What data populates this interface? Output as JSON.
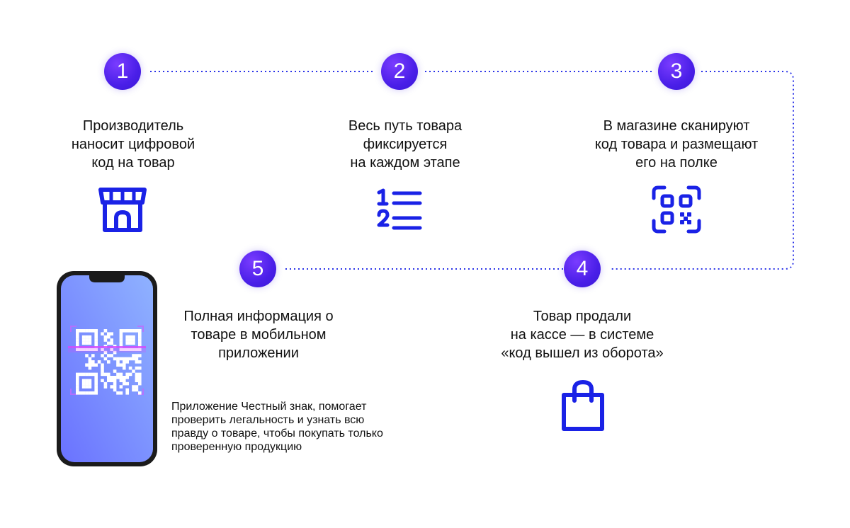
{
  "steps": [
    {
      "number": "1",
      "text": "Производитель\nнаносит цифровой\nкод на товар",
      "icon": "storefront-icon"
    },
    {
      "number": "2",
      "text": "Весь путь товара\nфиксируется\nна каждом этапе",
      "icon": "numbered-list-icon"
    },
    {
      "number": "3",
      "text": "В магазине сканируют\nкод товара и размещают\nего на полке",
      "icon": "qr-scan-icon"
    },
    {
      "number": "4",
      "text": "Товар продали\nна кассе — в системе\n«код вышел из оборота»",
      "icon": "shopping-bag-icon"
    },
    {
      "number": "5",
      "text": "Полная информация о\nтоваре в мобильном\nприложении",
      "icon": "phone-qr-icon"
    }
  ],
  "app_note": "Приложение Честный знак, помогает\nпроверить легальность и узнать всю\nправду о товаре, чтобы покупать только\nпроверенную продукцию",
  "colors": {
    "accent_blue": "#1a22e6",
    "badge_purple": "#4a1fe8",
    "connector": "#2a32e8",
    "phone_gradient_start": "#6a72ff",
    "phone_gradient_end": "#8fb2ff",
    "scan_line": "#d24bff"
  }
}
